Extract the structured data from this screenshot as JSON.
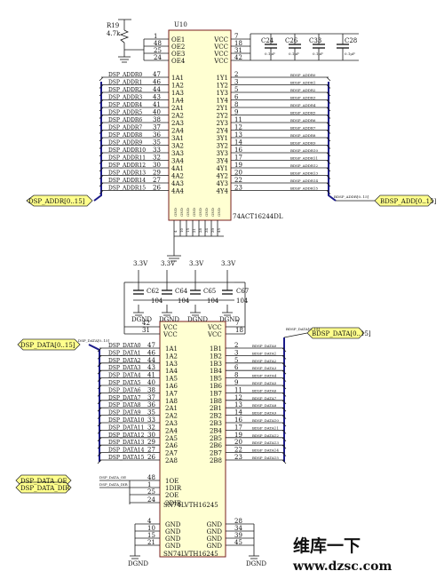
{
  "u10": {
    "ref": "U10",
    "part": "74ACT16244DL",
    "left_pins": [
      {
        "num": "1",
        "name": "OE1"
      },
      {
        "num": "48",
        "name": "OE2"
      },
      {
        "num": "25",
        "name": "OE3"
      },
      {
        "num": "24",
        "name": "OE4"
      },
      {
        "num": "47",
        "name": "1A1"
      },
      {
        "num": "46",
        "name": "1A2"
      },
      {
        "num": "44",
        "name": "1A3"
      },
      {
        "num": "43",
        "name": "1A4"
      },
      {
        "num": "41",
        "name": "2A1"
      },
      {
        "num": "40",
        "name": "2A2"
      },
      {
        "num": "38",
        "name": "2A3"
      },
      {
        "num": "37",
        "name": "2A4"
      },
      {
        "num": "36",
        "name": "3A1"
      },
      {
        "num": "35",
        "name": "3A2"
      },
      {
        "num": "33",
        "name": "3A3"
      },
      {
        "num": "32",
        "name": "3A4"
      },
      {
        "num": "30",
        "name": "4A1"
      },
      {
        "num": "29",
        "name": "4A2"
      },
      {
        "num": "27",
        "name": "4A3"
      },
      {
        "num": "26",
        "name": "4A4"
      }
    ],
    "right_pins": [
      {
        "num": "7",
        "name": "VCC"
      },
      {
        "num": "18",
        "name": "VCC"
      },
      {
        "num": "31",
        "name": "VCC"
      },
      {
        "num": "42",
        "name": "VCC"
      },
      {
        "num": "2",
        "name": "1Y1"
      },
      {
        "num": "3",
        "name": "1Y2"
      },
      {
        "num": "5",
        "name": "1Y3"
      },
      {
        "num": "6",
        "name": "1Y4"
      },
      {
        "num": "8",
        "name": "2Y1"
      },
      {
        "num": "9",
        "name": "2Y2"
      },
      {
        "num": "11",
        "name": "2Y3"
      },
      {
        "num": "12",
        "name": "2Y4"
      },
      {
        "num": "13",
        "name": "3Y1"
      },
      {
        "num": "14",
        "name": "3Y2"
      },
      {
        "num": "16",
        "name": "3Y3"
      },
      {
        "num": "17",
        "name": "3Y4"
      },
      {
        "num": "19",
        "name": "4Y1"
      },
      {
        "num": "20",
        "name": "4Y2"
      },
      {
        "num": "22",
        "name": "4Y3"
      },
      {
        "num": "23",
        "name": "4Y4"
      }
    ],
    "bottom_pins": [
      {
        "num": "4",
        "name": "GND"
      },
      {
        "num": "10",
        "name": "GND"
      },
      {
        "num": "15",
        "name": "GND"
      },
      {
        "num": "21",
        "name": "GND"
      },
      {
        "num": "28",
        "name": "GND"
      },
      {
        "num": "34",
        "name": "GND"
      },
      {
        "num": "39",
        "name": "GND"
      },
      {
        "num": "45",
        "name": "GND"
      }
    ],
    "input_nets": [
      "DSP_ADDR0",
      "DSP_ADDR1",
      "DSP_ADDR2",
      "DSP_ADDR3",
      "DSP_ADDR4",
      "DSP_ADDR5",
      "DSP_ADDR6",
      "DSP_ADDR7",
      "DSP_ADDR8",
      "DSP_ADDR9",
      "DSP_ADDR10",
      "DSP_ADDR11",
      "DSP_ADDR12",
      "DSP_ADDR13",
      "DSP_ADDR14",
      "DSP_ADDR15"
    ],
    "output_nets": [
      "BDSP_ADDR0",
      "BDSP_ADDR1",
      "BDSP_ADDR2",
      "BDSP_ADDR3",
      "BDSP_ADDR4",
      "BDSP_ADDR5",
      "BDSP_ADDR6",
      "BDSP_ADDR7",
      "BDSP_ADDR8",
      "BDSP_ADDR9",
      "BDSP_ADDR10",
      "BDSP_ADDR11",
      "BDSP_ADDR12",
      "BDSP_ADDR13",
      "BDSP_ADDR14",
      "BDSP_ADDR15"
    ],
    "in_port": "DSP_ADDR[0..15]",
    "out_port": "BDSP_ADD[0..15]",
    "out_bus_label": "BDSP_ADDR[0..15]"
  },
  "pullup": {
    "ref": "R19",
    "value": "4.7k"
  },
  "top_caps": [
    {
      "ref": "C24",
      "value": "0.1μF"
    },
    {
      "ref": "C26",
      "value": "0.1μF"
    },
    {
      "ref": "C33",
      "value": "0.1μF"
    },
    {
      "ref": "C28",
      "value": "0.1μF"
    }
  ],
  "mid_caps": [
    {
      "ref": "C62",
      "value": "104"
    },
    {
      "ref": "C64",
      "value": "104"
    },
    {
      "ref": "C65",
      "value": "104"
    },
    {
      "ref": "C67",
      "value": "104"
    }
  ],
  "power_labels": [
    "3.3V",
    "3.3V",
    "3.3V",
    "3.3V"
  ],
  "ground_labels": [
    "DGND",
    "DGND",
    "DGND",
    "DGND"
  ],
  "u_bottom": {
    "part": "SN74LVTH16245",
    "vcc_left": [
      {
        "num": "42",
        "name": "VCC"
      },
      {
        "num": "31",
        "name": "VCC"
      }
    ],
    "vcc_right": [
      {
        "num": "7",
        "name": "VCC"
      },
      {
        "num": "18",
        "name": "VCC"
      }
    ],
    "a_pins": [
      {
        "num": "47",
        "name": "1A1"
      },
      {
        "num": "46",
        "name": "1A2"
      },
      {
        "num": "44",
        "name": "1A3"
      },
      {
        "num": "43",
        "name": "1A4"
      },
      {
        "num": "41",
        "name": "1A5"
      },
      {
        "num": "40",
        "name": "1A6"
      },
      {
        "num": "38",
        "name": "1A7"
      },
      {
        "num": "37",
        "name": "1A8"
      },
      {
        "num": "36",
        "name": "2A1"
      },
      {
        "num": "35",
        "name": "2A2"
      },
      {
        "num": "33",
        "name": "2A3"
      },
      {
        "num": "32",
        "name": "2A4"
      },
      {
        "num": "30",
        "name": "2A5"
      },
      {
        "num": "29",
        "name": "2A6"
      },
      {
        "num": "27",
        "name": "2A7"
      },
      {
        "num": "26",
        "name": "2A8"
      }
    ],
    "b_pins": [
      {
        "num": "2",
        "name": "1B1"
      },
      {
        "num": "3",
        "name": "1B2"
      },
      {
        "num": "5",
        "name": "1B3"
      },
      {
        "num": "6",
        "name": "1B4"
      },
      {
        "num": "8",
        "name": "1B5"
      },
      {
        "num": "9",
        "name": "1B6"
      },
      {
        "num": "11",
        "name": "1B7"
      },
      {
        "num": "12",
        "name": "1B8"
      },
      {
        "num": "13",
        "name": "2B1"
      },
      {
        "num": "14",
        "name": "2B2"
      },
      {
        "num": "16",
        "name": "2B3"
      },
      {
        "num": "17",
        "name": "2B4"
      },
      {
        "num": "19",
        "name": "2B5"
      },
      {
        "num": "20",
        "name": "2B6"
      },
      {
        "num": "22",
        "name": "2B7"
      },
      {
        "num": "23",
        "name": "2B8"
      }
    ],
    "ctrl_pins": [
      {
        "num": "48",
        "name": "1OE"
      },
      {
        "num": "1",
        "name": "1DIR"
      },
      {
        "num": "25",
        "name": "2OE"
      },
      {
        "num": "24",
        "name": "2DIR"
      }
    ],
    "gnd_left": [
      {
        "num": "4",
        "name": "GND"
      },
      {
        "num": "10",
        "name": "GND"
      },
      {
        "num": "15",
        "name": "GND"
      },
      {
        "num": "21",
        "name": "GND"
      }
    ],
    "gnd_right": [
      {
        "num": "28",
        "name": "GND"
      },
      {
        "num": "34",
        "name": "GND"
      },
      {
        "num": "39",
        "name": "GND"
      },
      {
        "num": "45",
        "name": "GND"
      }
    ],
    "input_nets": [
      "DSP_DATA0",
      "DSP_DATA1",
      "DSP_DATA2",
      "DSP_DATA3",
      "DSP_DATA4",
      "DSP_DATA5",
      "DSP_DATA6",
      "DSP_DATA7",
      "DSP_DATA8",
      "DSP_DATA9",
      "DSP_DATA10",
      "DSP_DATA11",
      "DSP_DATA12",
      "DSP_DATA13",
      "DSP_DATA14",
      "DSP_DATA15"
    ],
    "output_nets": [
      "BDSP_DATA0",
      "BDSP_DATA1",
      "BDSP_DATA2",
      "BDSP_DATA3",
      "BDSP_DATA4",
      "BDSP_DATA5",
      "BDSP_DATA6",
      "BDSP_DATA7",
      "BDSP_DATA8",
      "BDSP_DATA9",
      "BDSP_DATA10",
      "BDSP_DATA11",
      "BDSP_DATA12",
      "BDSP_DATA13",
      "BDSP_DATA14",
      "BDSP_DATA15"
    ],
    "in_port": "DSP_DATA[0..15]",
    "in_bus_label": "DSP_DATA[0..15]",
    "out_port": "BDSP_DATA[0..15]",
    "out_bus_label": "BDSP_DATA[0..15]",
    "ctrl_ports": [
      "DSP_DATA_OE",
      "DSP_DATA_DIR"
    ],
    "ctrl_nets": [
      "DSP_DATA_OE",
      "DSP_DATA_DIR"
    ]
  },
  "watermark": {
    "brand": "维库一下",
    "url": "www.dzsc.com"
  }
}
